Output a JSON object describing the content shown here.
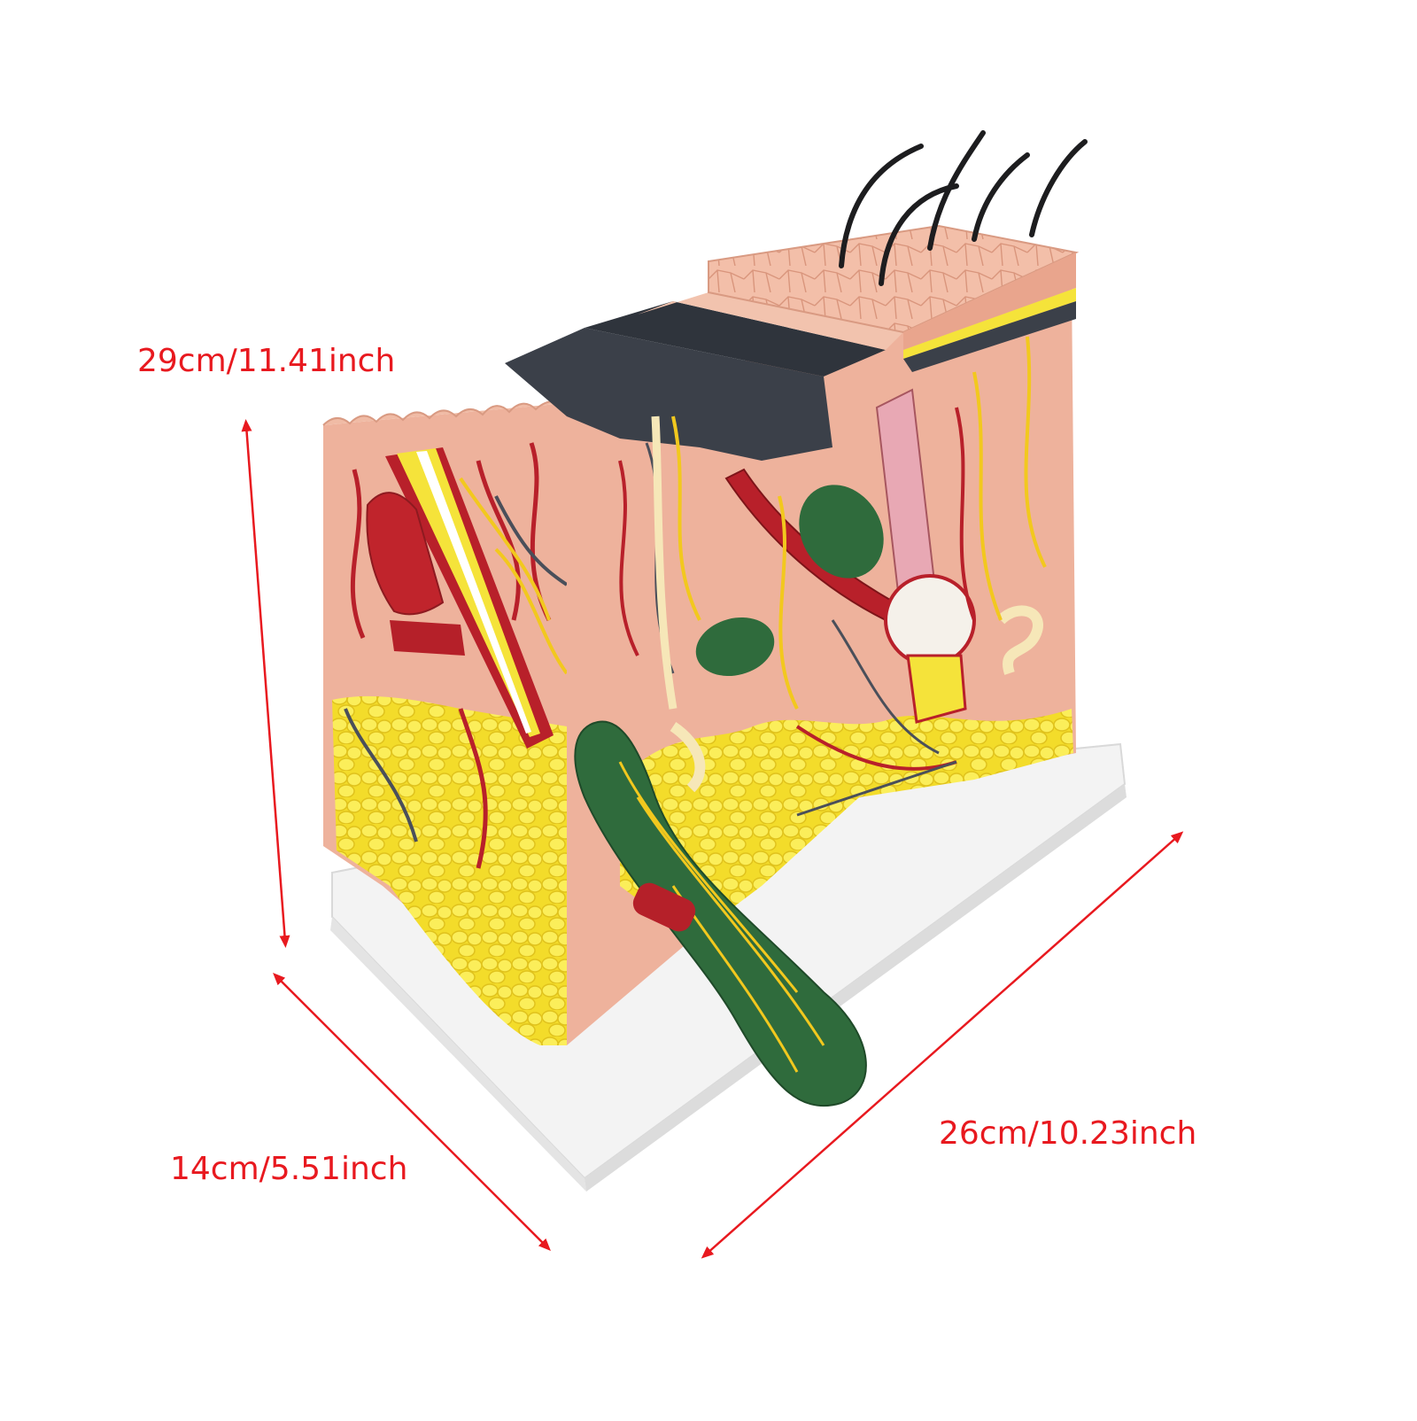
{
  "dimensions": {
    "height_label": "29cm/11.41inch",
    "depth_label": "14cm/5.51inch",
    "width_label": "26cm/10.23inch"
  },
  "colors": {
    "annotation": "#e8191f",
    "skin": "#f2b8a2",
    "dermis": "#eeb29c",
    "fat": "#f5e33a",
    "epidermis_dark": "#3a3f4a",
    "vessel_red": "#b8202a",
    "nerve_yellow": "#f2c81e",
    "muscle_green": "#2f6b3c",
    "hair": "#1d1d1f",
    "base": "#f1f1f1"
  },
  "icons": {
    "model": "skin-cross-section-model-icon",
    "arrow": "double-headed-arrow-icon"
  }
}
